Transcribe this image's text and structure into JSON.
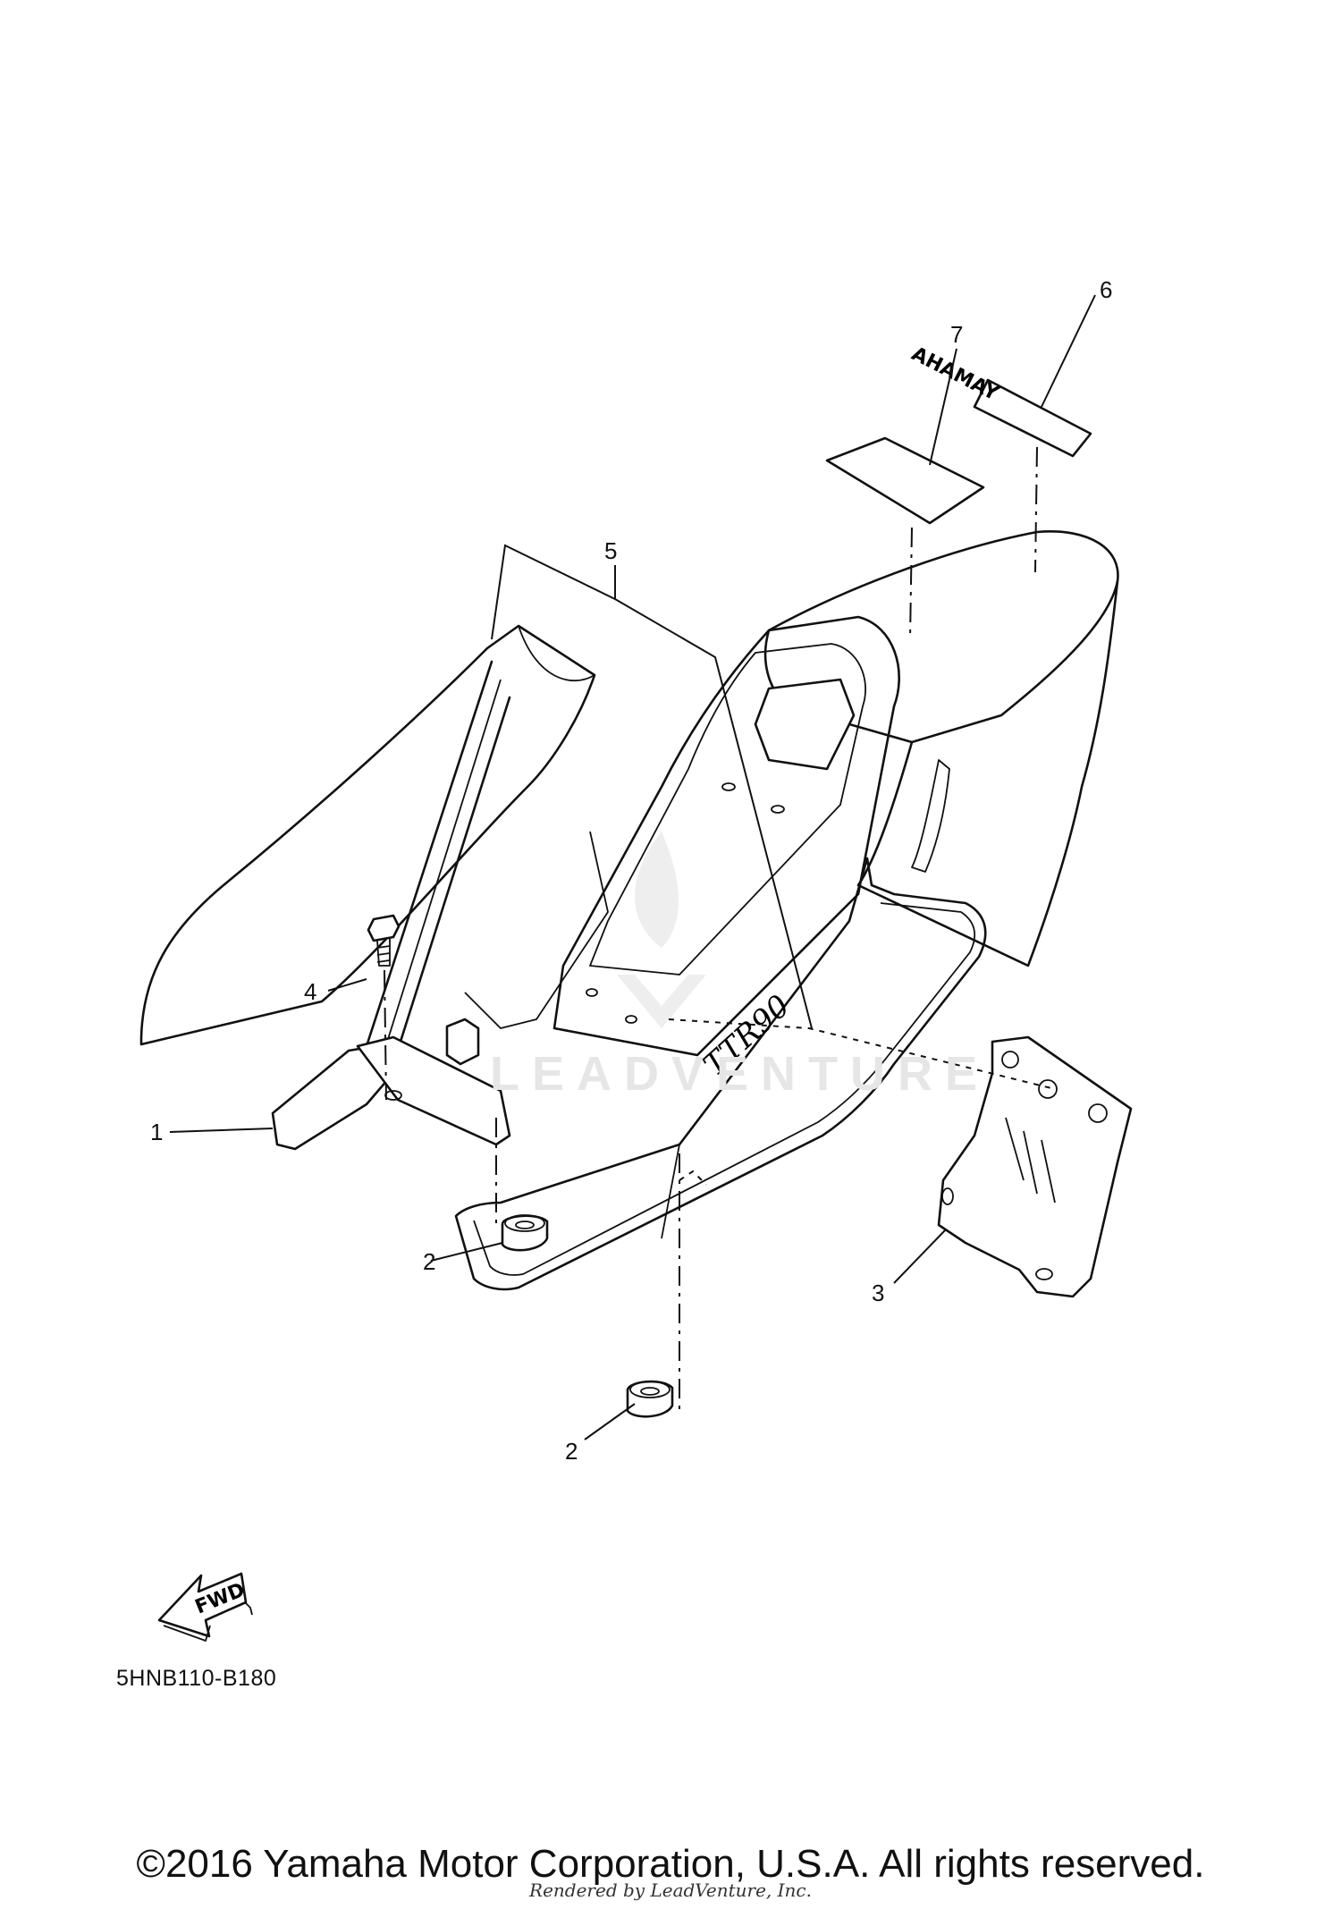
{
  "diagram": {
    "callouts": [
      {
        "id": "1",
        "label": "1"
      },
      {
        "id": "2a",
        "label": "2"
      },
      {
        "id": "2b",
        "label": "2"
      },
      {
        "id": "3",
        "label": "3"
      },
      {
        "id": "4",
        "label": "4"
      },
      {
        "id": "5",
        "label": "5"
      },
      {
        "id": "6",
        "label": "6"
      },
      {
        "id": "7",
        "label": "7"
      }
    ],
    "decal_text": "YAMAHA",
    "model_badge": "TTR90",
    "fwd_label": "FWD",
    "diagram_code": "5HNB110-B180",
    "watermark": "LEADVENTURE"
  },
  "footer": {
    "copyright": "©2016 Yamaha Motor Corporation, U.S.A. All rights reserved.",
    "rendered_by": "Rendered by LeadVenture, Inc."
  }
}
